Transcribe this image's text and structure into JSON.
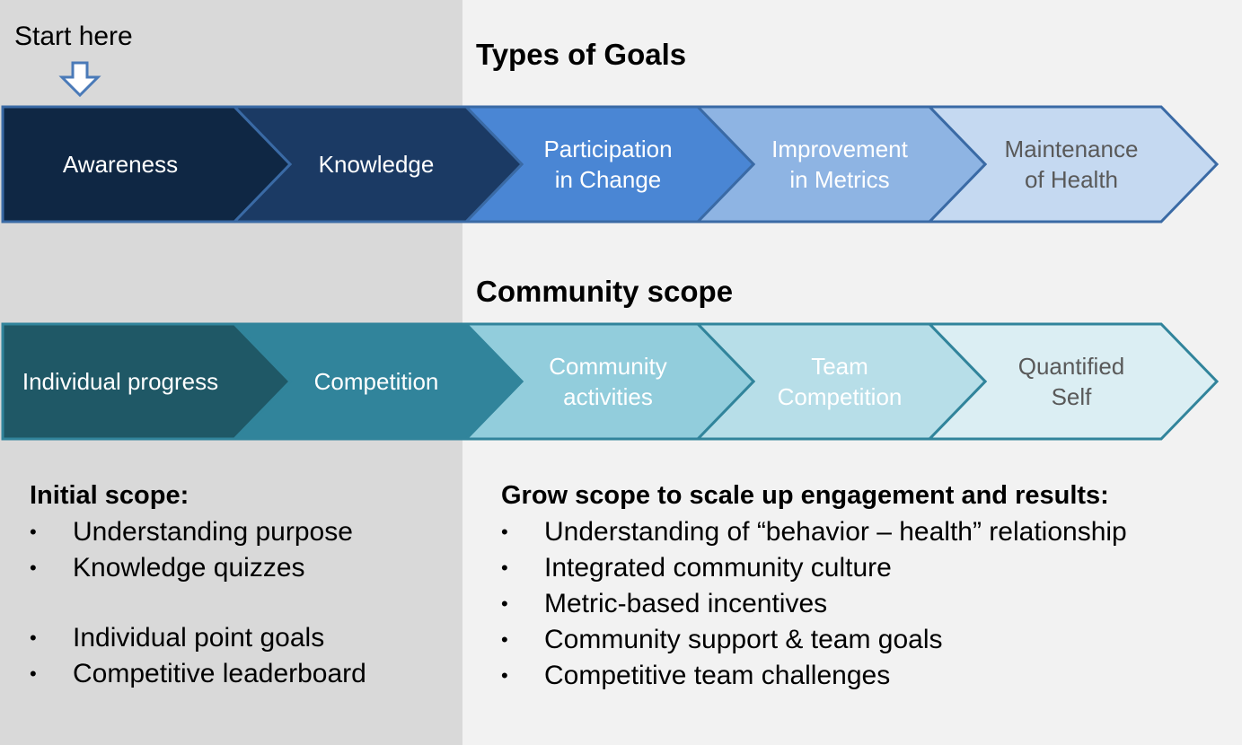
{
  "start_label": "Start here",
  "titles": {
    "goals": "Types of Goals",
    "community": "Community scope"
  },
  "goals_row": [
    {
      "lines": [
        "Awareness"
      ],
      "fill": "#0f2744",
      "text_color": "#ffffff"
    },
    {
      "lines": [
        "Knowledge"
      ],
      "fill": "#1b3a64",
      "text_color": "#ffffff"
    },
    {
      "lines": [
        "Participation",
        "in Change"
      ],
      "fill": "#4a86d4",
      "text_color": "#ffffff"
    },
    {
      "lines": [
        "Improvement",
        "in Metrics"
      ],
      "fill": "#8eb4e3",
      "text_color": "#ffffff"
    },
    {
      "lines": [
        "Maintenance",
        "of Health"
      ],
      "fill": "#c5d9f1",
      "text_color": "#595959"
    }
  ],
  "community_row": [
    {
      "lines": [
        "Individual progress"
      ],
      "fill": "#1f5866",
      "text_color": "#ffffff"
    },
    {
      "lines": [
        "Competition"
      ],
      "fill": "#31849b",
      "text_color": "#ffffff"
    },
    {
      "lines": [
        "Community",
        "activities"
      ],
      "fill": "#92cddc",
      "text_color": "#ffffff"
    },
    {
      "lines": [
        "Team",
        "Competition"
      ],
      "fill": "#b7dee8",
      "text_color": "#ffffff"
    },
    {
      "lines": [
        "Quantified",
        "Self"
      ],
      "fill": "#dbeef3",
      "text_color": "#595959"
    }
  ],
  "colors": {
    "goals_stroke": "#3a6aa5",
    "community_stroke": "#31849b",
    "start_arrow_stroke": "#4a7ab8"
  },
  "initial_scope": {
    "heading": "Initial scope:",
    "items": [
      "Understanding purpose",
      "Knowledge quizzes",
      "Individual point goals",
      "Competitive leaderboard"
    ]
  },
  "grow_scope": {
    "heading": "Grow scope to scale up engagement and results:",
    "items": [
      "Understanding of “behavior – health” relationship",
      "Integrated community culture",
      "Metric-based incentives",
      "Community support & team goals",
      "Competitive team challenges"
    ]
  },
  "bullet_char": "•"
}
